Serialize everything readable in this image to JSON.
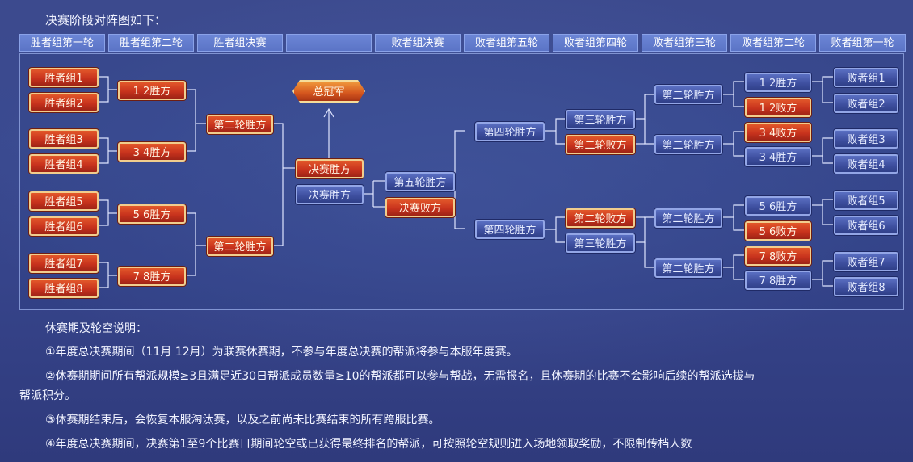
{
  "heading": "决赛阶段对阵图如下：",
  "columns": [
    "胜者组第一轮",
    "胜者组第二轮",
    "胜者组决赛",
    "",
    "败者组决赛",
    "败者组第五轮",
    "败者组第四轮",
    "败者组第三轮",
    "败者组第二轮",
    "败者组第一轮"
  ],
  "champion": "总冠军",
  "boxes": {
    "w1": [
      "胜者组1",
      "胜者组2",
      "胜者组3",
      "胜者组4",
      "胜者组5",
      "胜者组6",
      "胜者组7",
      "胜者组8"
    ],
    "w2": [
      "1 2胜方",
      "3 4胜方",
      "5 6胜方",
      "7 8胜方"
    ],
    "wf": [
      "第二轮胜方",
      "第二轮胜方"
    ],
    "final": [
      "决赛胜方",
      "决赛胜方"
    ],
    "lf": [
      "第五轮胜方",
      "决赛败方"
    ],
    "l5": [
      "第四轮胜方",
      "第四轮胜方"
    ],
    "l4": [
      "第三轮胜方",
      "第二轮败方",
      "第二轮败方",
      "第三轮胜方"
    ],
    "l3": [
      "第二轮胜方",
      "第二轮胜方",
      "第二轮胜方",
      "第二轮胜方"
    ],
    "l2": [
      "1 2胜方",
      "1 2败方",
      "3 4败方",
      "3 4胜方",
      "5 6胜方",
      "5 6败方",
      "7 8败方",
      "7 8胜方"
    ],
    "l1": [
      "败者组1",
      "败者组2",
      "败者组3",
      "败者组4",
      "败者组5",
      "败者组6",
      "败者组7",
      "败者组8"
    ]
  },
  "notes": {
    "title": "休赛期及轮空说明：",
    "n1": "①年度总决赛期间（11月 12月）为联赛休赛期，不参与年度总决赛的帮派将参与本服年度赛。",
    "n2a": "②休赛期期间所有帮派规模≥3且满足近30日帮派成员数量≥10的帮派都可以参与帮战，无需报名，且休赛期的比赛不会影响后续的帮派选拔与",
    "n2b": "帮派积分。",
    "n3": "③休赛期结束后，会恢复本服淘汰赛，以及之前尚未比赛结束的所有跨服比赛。",
    "n4": "④年度总决赛期间，决赛第1至9个比赛日期间轮空或已获得最终排名的帮派，可按照轮空规则进入场地领取奖励，不限制传档人数"
  },
  "colors": {
    "winner": "#c8331d",
    "loser": "#3f50a0",
    "gold": "#f1cd8d",
    "line": "#dfe5ff"
  }
}
